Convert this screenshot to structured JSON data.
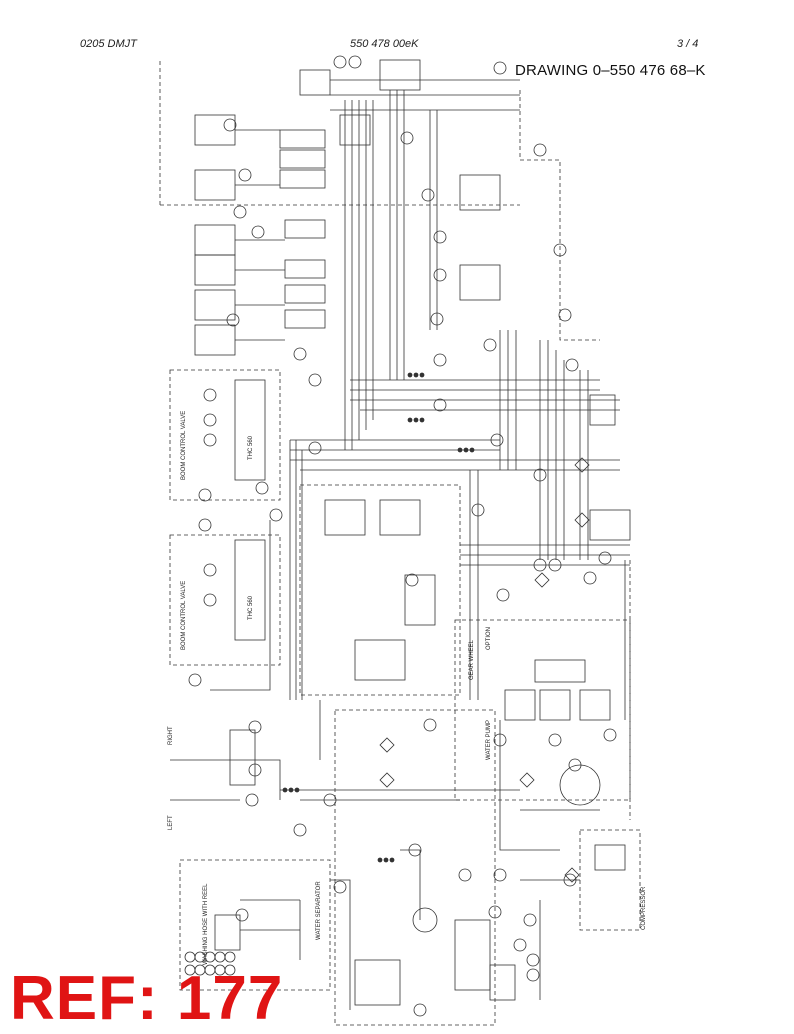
{
  "header": {
    "left": "0205 DMJT",
    "center": "550 478 00eK",
    "page": "3 /   4"
  },
  "drawing_title": "DRAWING 0–550 476 68–K",
  "labels": {
    "boom_valve_1": "BOOM CONTROL VALVE",
    "boom_valve_2": "BOOM CONTROL VALVE",
    "thc_1": "THC 560",
    "thc_2": "THC 560",
    "right": "RIGHT",
    "left": "LEFT",
    "washing_hose": "WASHING HOSE WITH REEL",
    "water_pump": "WATER PUMP",
    "water_separator": "WATER SEPARATOR",
    "gear_wheel": "GEAR WHEEL",
    "option": "OPTION",
    "compressor": "COMPRESSOR"
  },
  "stamp": "REF: 177",
  "colors": {
    "line": "#333333",
    "stamp": "#e01414"
  }
}
